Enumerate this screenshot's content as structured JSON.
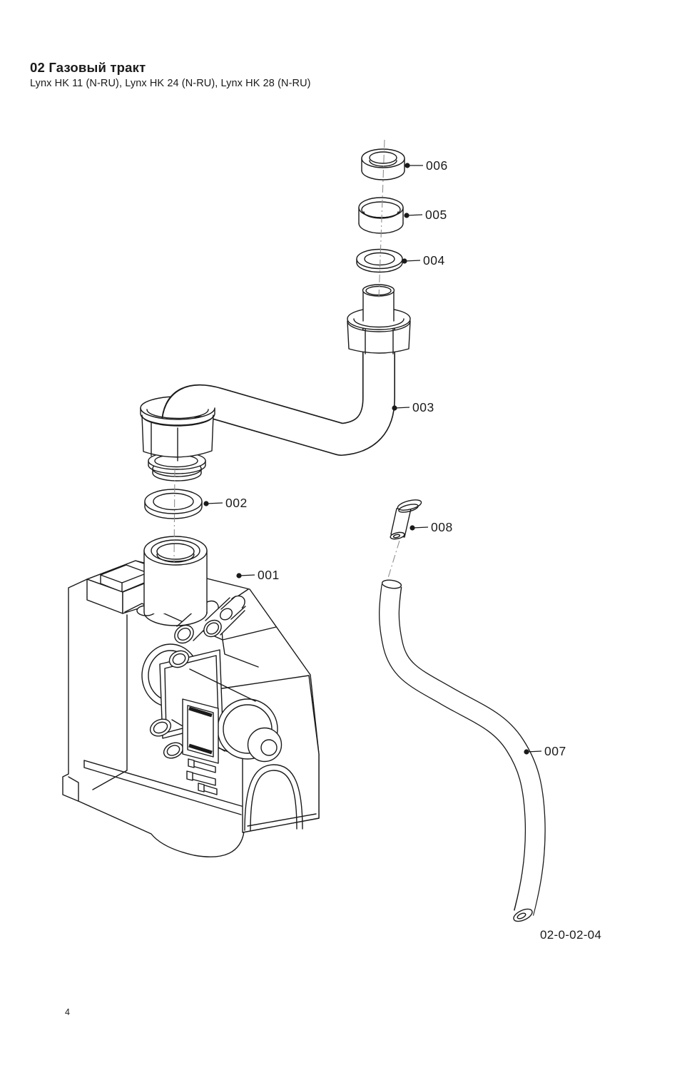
{
  "page": {
    "title": "02 Газовый тракт",
    "subtitle": "Lynx HK 11 (N-RU), Lynx HK 24 (N-RU), Lynx HK 28 (N-RU)",
    "page_number": "4",
    "diagram_code": "02-0-02-04"
  },
  "diagram": {
    "type": "exploded-parts-diagram",
    "callouts": {
      "c001": "001",
      "c002": "002",
      "c003": "003",
      "c004": "004",
      "c005": "005",
      "c006": "006",
      "c007": "007",
      "c008": "008"
    },
    "colors": {
      "ink": "#1a1a1a",
      "centerline": "#8f8f8f",
      "background": "#ffffff"
    }
  }
}
